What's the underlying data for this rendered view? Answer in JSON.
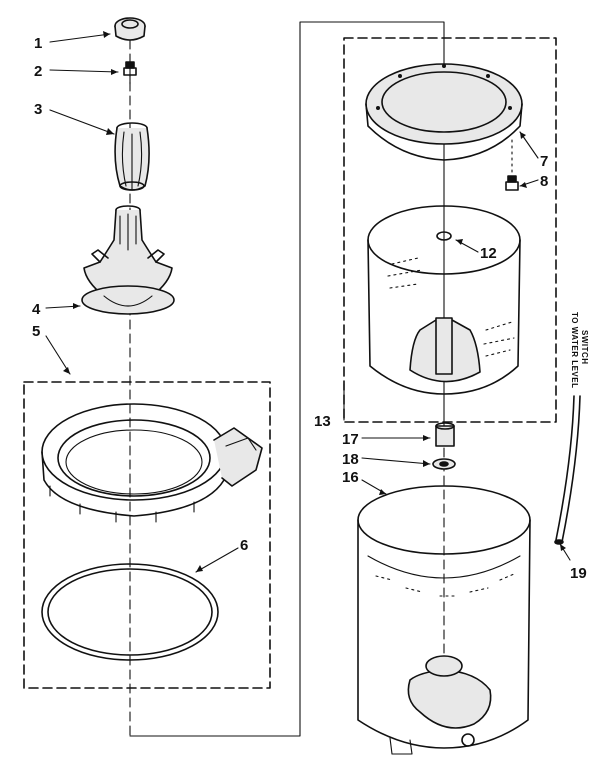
{
  "callouts": {
    "c1": "1",
    "c2": "2",
    "c3": "3",
    "c4": "4",
    "c5": "5",
    "c6": "6",
    "c7": "7",
    "c8": "8",
    "c12": "12",
    "c13": "13",
    "c16": "16",
    "c17": "17",
    "c18": "18",
    "c19": "19"
  },
  "notes": {
    "line1": "TO WATER LEVEL",
    "line2": "SWITCH"
  }
}
